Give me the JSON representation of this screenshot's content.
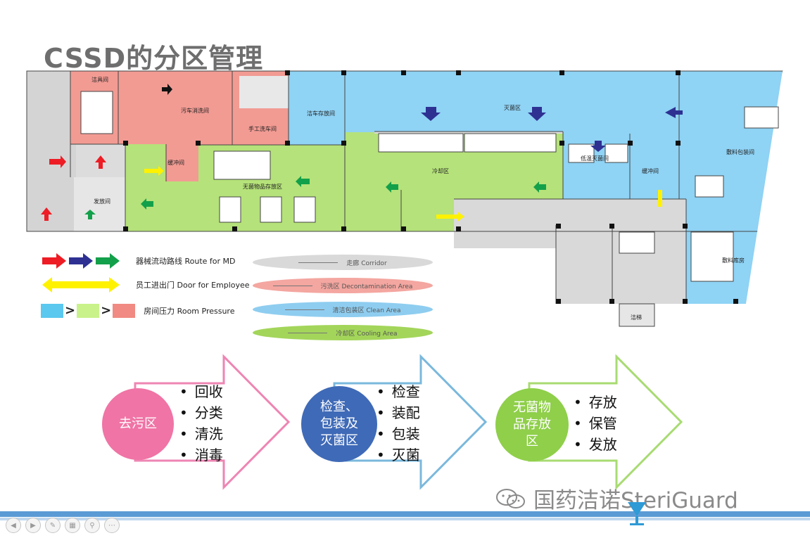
{
  "title": "CSSD的分区管理",
  "floor_plan": {
    "rooms": {
      "dirty_collection": "污车消洗间",
      "cleaning_room": "洁具间",
      "handwash": "手工洗车间",
      "transfer": "缓冲间",
      "release": "发放间",
      "sterile_storage": "无菌物品存放区",
      "cooling": "冷却区",
      "sterilization": "灭菌区",
      "low_temp": "低温灭菌间",
      "buffer2": "缓冲间",
      "dressing_pack": "敷料包装间",
      "dressing_store": "敷料库房",
      "clean_cart": "洁车存放间",
      "elevator": "洁梯"
    }
  },
  "legend": {
    "route": "器械流动路线 Route for MD",
    "door": "员工进出门 Door for Employee",
    "pressure": "房间压力 Room Pressure",
    "gt": ">",
    "colors": {
      "blue": "#5bc8ef",
      "green": "#c9f28b",
      "pink": "#f08a82",
      "red": "#ee1c24",
      "navy": "#2e3192",
      "dgreen": "#13a04a",
      "yellow": "#fff200"
    }
  },
  "zones": [
    {
      "label": "走廊 Corridor",
      "color": "#d9d9d9"
    },
    {
      "label": "污洗区 Decontamination Area",
      "color": "#f4a6a0"
    },
    {
      "label": "清洁包装区 Clean Area",
      "color": "#8ecdf0"
    },
    {
      "label": "冷却区 Cooling Area",
      "color": "#a3d55a"
    }
  ],
  "flow": [
    {
      "circle": "去污区",
      "color": "#f074a6",
      "stroke": "#ee85b3",
      "items": [
        "回收",
        "分类",
        "清洗",
        "消毒"
      ]
    },
    {
      "circle": "检查、\n包装及\n灭菌区",
      "color": "#3f6ab7",
      "stroke": "#7ab8dc",
      "items": [
        "检查",
        "装配",
        "包装",
        "灭菌"
      ]
    },
    {
      "circle": "无菌物\n品存放\n区",
      "color": "#8fcf4a",
      "stroke": "#a8db72",
      "items": [
        "存放",
        "保管",
        "发放"
      ]
    }
  ],
  "watermark": "国药洁诺SteriGuard"
}
